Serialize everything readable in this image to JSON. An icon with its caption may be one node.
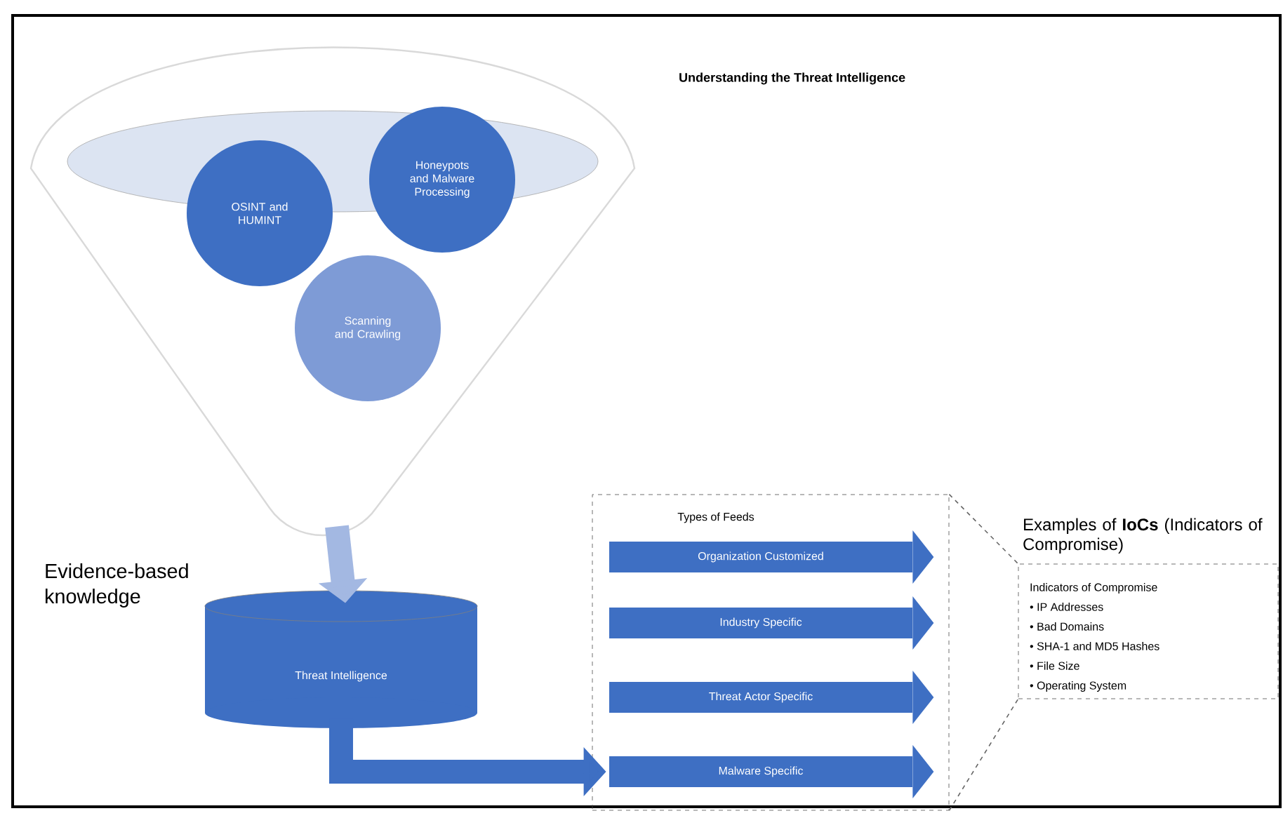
{
  "diagram": {
    "title": "Understanding the Threat Intelligence",
    "nodes": [
      {
        "text": [],
        "shape": "funnel"
      },
      {
        "text": [],
        "shape": "ellipse",
        "in": 0
      },
      {
        "text": [
          "OSINT and HUMINT"
        ],
        "in": 0
      },
      {
        "text": [
          "Honeypots and Malware Processing"
        ],
        "in": 0
      },
      {
        "text": [
          "Scanning and Crawling"
        ],
        "in": 0
      },
      {
        "text": [
          "Threat Intelligence"
        ],
        "beside": [
          "Evidence-based knowledge"
        ]
      },
      {
        "text": [
          "Types of Feeds"
        ]
      },
      {
        "text": [
          "Organization Customized"
        ],
        "in": 6
      },
      {
        "text": [
          "Industry Specific"
        ],
        "in": 6
      },
      {
        "text": [
          "Threat Actor Specific"
        ],
        "in": 6
      },
      {
        "text": [
          "Malware Specific"
        ],
        "in": 6
      },
      {
        "text": [
          "Examples of **IoCs** (Indicators of Compromise)",
          "Indicators of Compromise",
          "• IP Addresses",
          "• Bad Domains",
          "• SHA-1 and MD5 Hashes",
          "• File Size",
          "• Operating System"
        ]
      }
    ],
    "edges": [
      {
        "from": 0,
        "to": 5,
        "arrow": "to",
        "color": "#a3b8e2"
      },
      {
        "from": 5,
        "to": 10,
        "arrow": "to",
        "color": "#3e6fc3"
      },
      {
        "from": 6,
        "to": 11,
        "arrow": "none",
        "style": "dashed",
        "color": "#666666"
      }
    ]
  }
}
